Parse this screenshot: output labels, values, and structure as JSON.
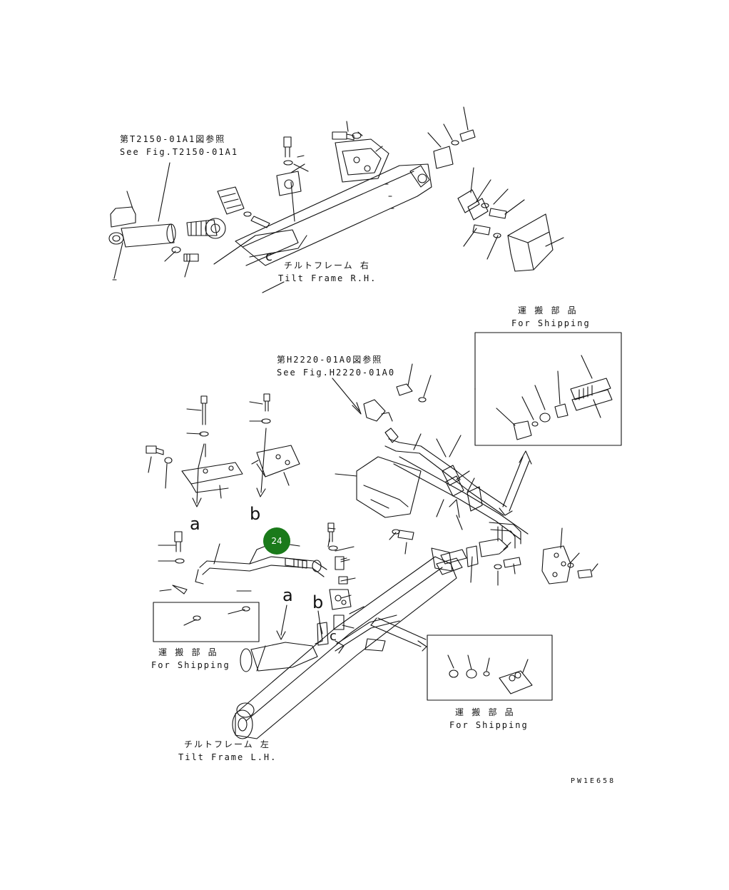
{
  "diagram": {
    "ref_top": {
      "jp": "第T2150-01A1図参照",
      "en": "See Fig.T2150-01A1"
    },
    "ref_mid": {
      "jp": "第H2220-01A0図参照",
      "en": "See Fig.H2220-01A0"
    },
    "tilt_frame_rh": {
      "jp": "チルトフレーム 右",
      "en": "Tilt Frame R.H."
    },
    "tilt_frame_lh": {
      "jp": "チルトフレーム 左",
      "en": "Tilt Frame L.H."
    },
    "shipping_parts": [
      {
        "jp": "運 搬 部 品",
        "en": "For Shipping"
      },
      {
        "jp": "運 搬 部 品",
        "en": "For Shipping"
      },
      {
        "jp": "運 搬 部 品",
        "en": "For Shipping"
      }
    ],
    "letters": {
      "a1": "a",
      "b1": "b",
      "a2": "a",
      "b2": "b",
      "c1": "c",
      "c2": "c"
    },
    "callout": {
      "label": "24",
      "color": "#1a7a1a"
    },
    "drawing_code": "PW1E658"
  }
}
